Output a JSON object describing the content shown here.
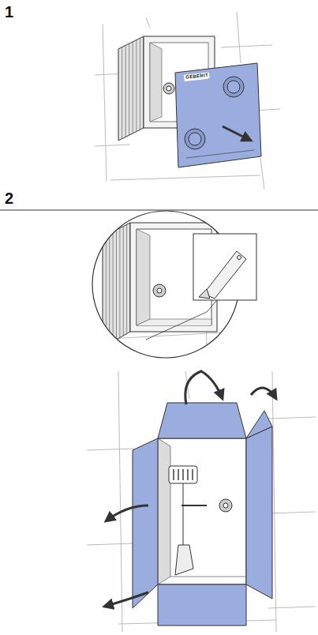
{
  "diagram": {
    "labels": [
      "1",
      "2",
      "GEBERIT"
    ]
  }
}
